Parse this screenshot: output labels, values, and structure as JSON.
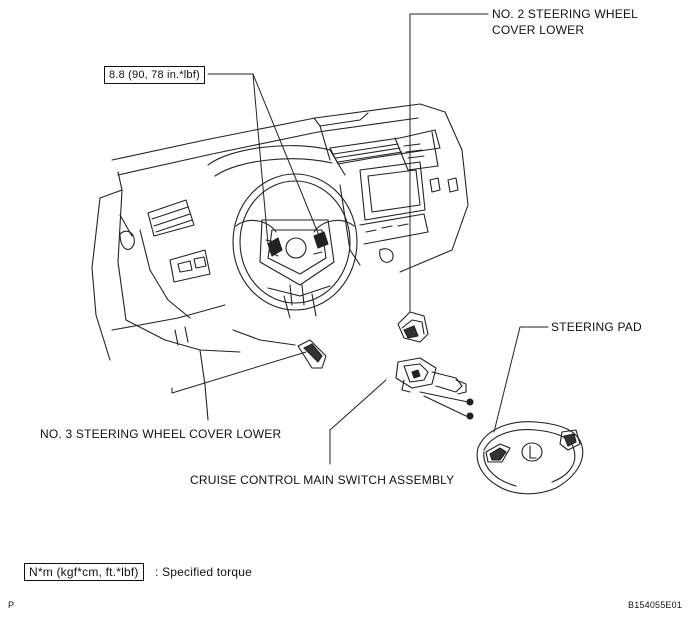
{
  "labels": {
    "torque": "8.8 (90, 78 in.*lbf)",
    "cover2_line1": "NO. 2 STEERING WHEEL",
    "cover2_line2": "COVER LOWER",
    "pad": "STEERING PAD",
    "cover3": "NO. 3 STEERING WHEEL COVER LOWER",
    "switch": "CRUISE CONTROL MAIN SWITCH ASSEMBLY"
  },
  "legend": {
    "box": "N*m (kgf*cm, ft.*lbf)",
    "text": ": Specified torque"
  },
  "footer": {
    "left": "P",
    "code": "B154055E01"
  }
}
